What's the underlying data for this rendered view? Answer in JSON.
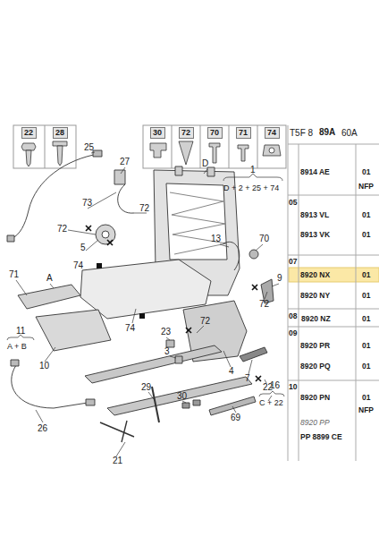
{
  "diagram": {
    "nodes": [
      {
        "text": [
          "22"
        ]
      },
      {
        "text": [
          "28"
        ]
      },
      {
        "text": [
          "30"
        ]
      },
      {
        "text": [
          "72"
        ]
      },
      {
        "text": [
          "70"
        ]
      },
      {
        "text": [
          "71"
        ]
      },
      {
        "text": [
          "74"
        ]
      }
    ],
    "labels": [
      "T5F 8",
      "89A",
      "60A",
      "8914 AE",
      "NFP",
      "01",
      "05",
      "8913 VL",
      "01",
      "8913 VK",
      "01",
      "07",
      "8920 NX",
      "01",
      "8920 NY",
      "01",
      "08",
      "8920 NZ",
      "01",
      "09",
      "8920 PR",
      "01",
      "8920 PQ",
      "01",
      "10",
      "8920 PN",
      "01",
      "NFP",
      "8920 PP",
      "PP 8899 CE",
      "25",
      "27",
      "D",
      "1",
      "D + 2 + 25 + 74",
      "73",
      "72",
      "72",
      "5",
      "74",
      "13",
      "70",
      "71",
      "A",
      "72",
      "9",
      "74",
      "72",
      "11",
      "A + B",
      "10",
      "23",
      "4",
      "7",
      "22",
      "3",
      "29",
      "30",
      "69",
      "16",
      "C + 22",
      "26",
      "21"
    ]
  }
}
